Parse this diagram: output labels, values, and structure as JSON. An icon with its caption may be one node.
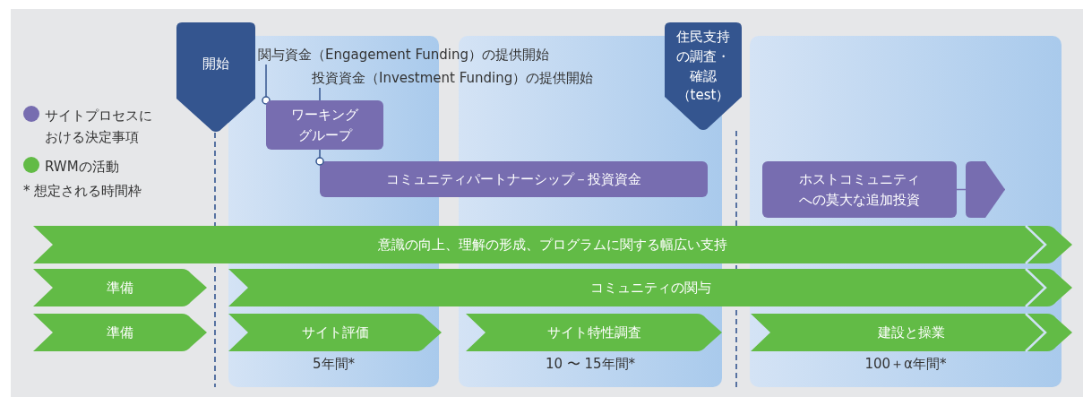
{
  "diagram": {
    "nodes": [
      {
        "text": [
          "開始"
        ]
      },
      {
        "text": [
          "5年間*"
        ]
      },
      {
        "text": [
          "10 〜 15年間*"
        ]
      },
      {
        "text": [
          "100＋α年間*"
        ]
      },
      {
        "text": [
          "住民支持の調査・確認（test）"
        ]
      },
      {
        "text": [
          "関与資金（Engagement Funding）の提供開始"
        ]
      },
      {
        "text": [
          "投資資金（Investment Funding）の提供開始"
        ]
      },
      {
        "text": [
          "ワーキンググループ"
        ],
        "in": 1
      },
      {
        "text": [
          "コミュニティパートナーシップ－投資資金"
        ]
      },
      {
        "text": [
          "ホストコミュニティへの莫大な追加投資"
        ],
        "in": 3
      },
      {
        "text": [
          "意識の向上、理解の形成、プログラムに関する幅広い支持"
        ]
      },
      {
        "text": [
          "準備"
        ]
      },
      {
        "text": [
          "コミュニティの関与"
        ]
      },
      {
        "text": [
          "準備"
        ]
      },
      {
        "text": [
          "サイト評価"
        ],
        "in": 1
      },
      {
        "text": [
          "サイト特性調査"
        ],
        "in": 2
      },
      {
        "text": [
          "建設と操業"
        ],
        "in": 3
      }
    ],
    "edges": [
      {
        "from": 5,
        "to": 7,
        "arrow": "other"
      },
      {
        "from": 6,
        "to": 8,
        "arrow": "other"
      },
      {
        "from": 9,
        "to": null,
        "arrow": "to",
        "color": "#776db0"
      }
    ],
    "labels": [
      "* 想定される時間枠"
    ],
    "legend": [
      {
        "text": "サイトプロセスにおける決定事項",
        "color": "#776db0"
      },
      {
        "text": "RWMの活動",
        "color": "#62bb46"
      }
    ]
  }
}
